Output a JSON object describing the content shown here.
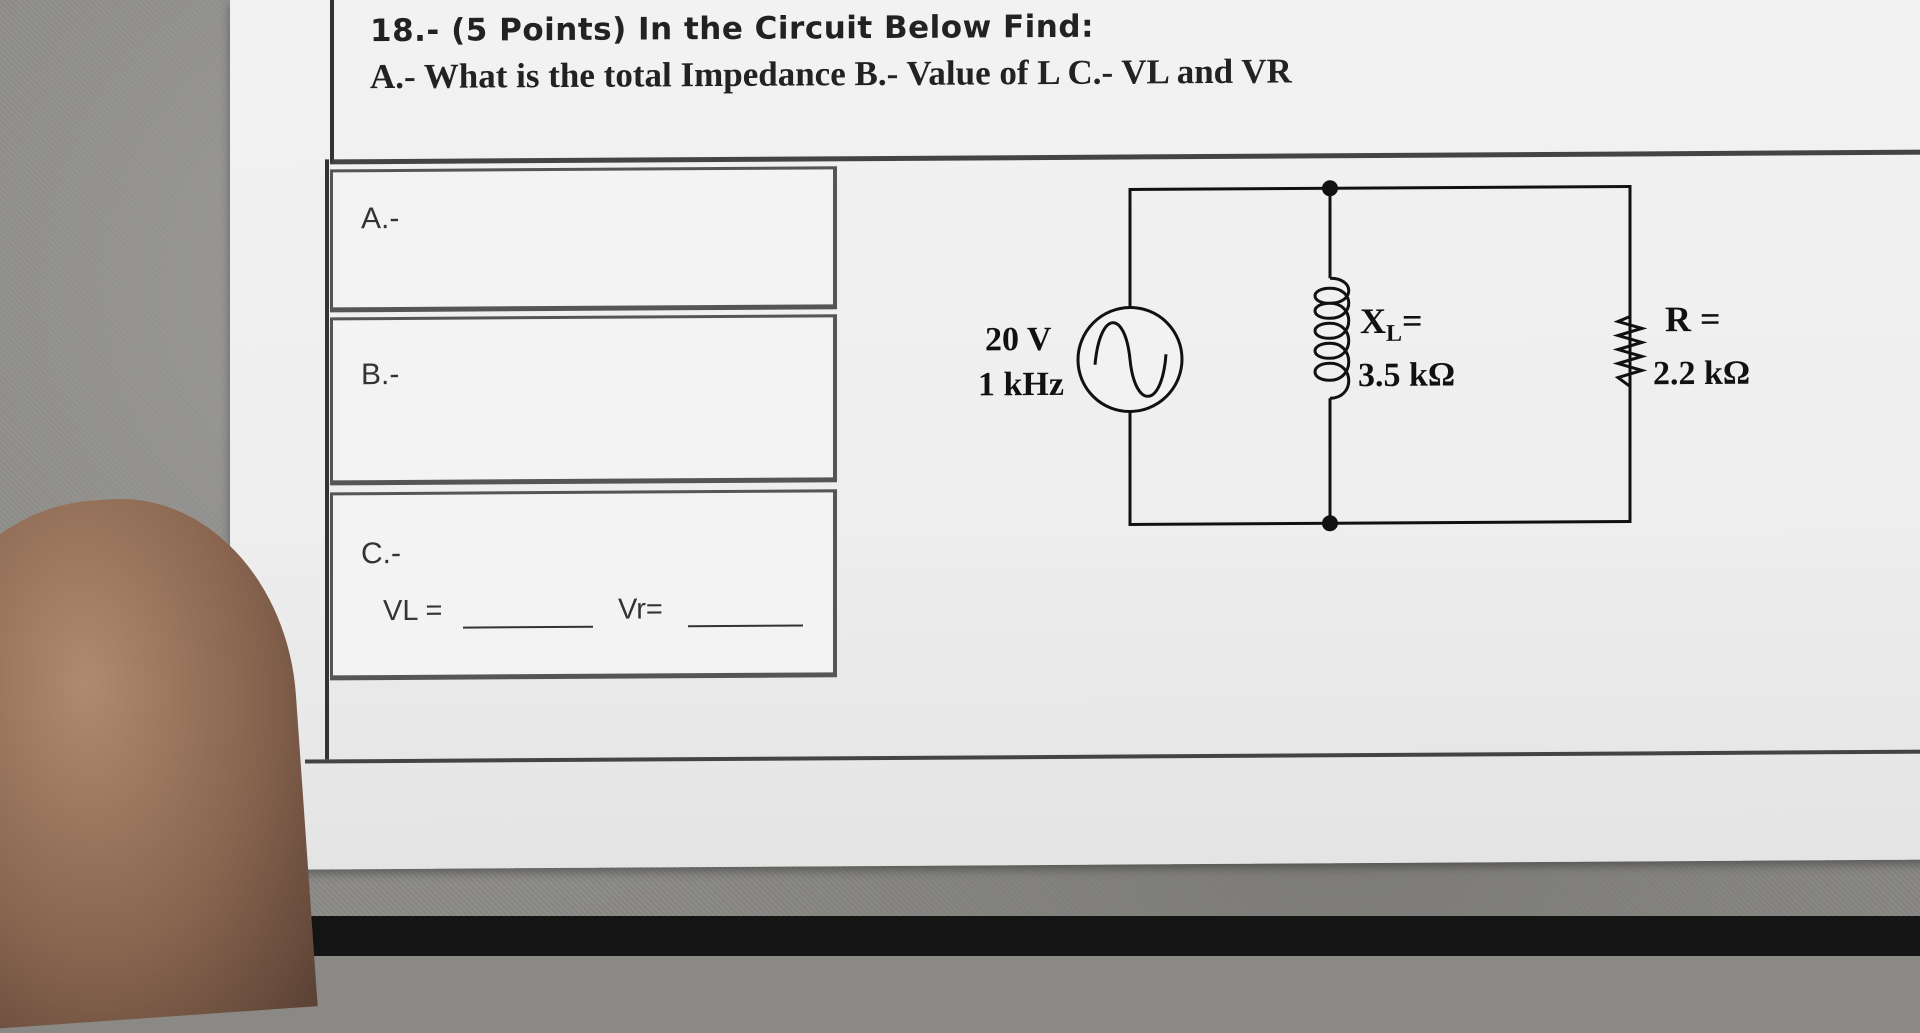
{
  "question": {
    "title": "18.- (5 Points) In the Circuit Below Find:",
    "subtitle": "A.- What is the total Impedance  B.- Value of L   C.- VL and VR"
  },
  "answers": {
    "a_label": "A.-",
    "b_label": "B.-",
    "c_label": "C.-",
    "vl_label": "VL =",
    "vr_label": "Vr="
  },
  "circuit": {
    "source_voltage": "20 V",
    "source_frequency": "1 kHz",
    "inductor_label": "X",
    "inductor_subscript": "L",
    "inductor_eq": "=",
    "inductor_value": "3.5 kΩ",
    "resistor_label": "R =",
    "resistor_value": "2.2 kΩ",
    "source_icon": "ac-source-icon",
    "inductor_icon": "inductor-coil-icon",
    "resistor_icon": "resistor-zigzag-icon"
  }
}
